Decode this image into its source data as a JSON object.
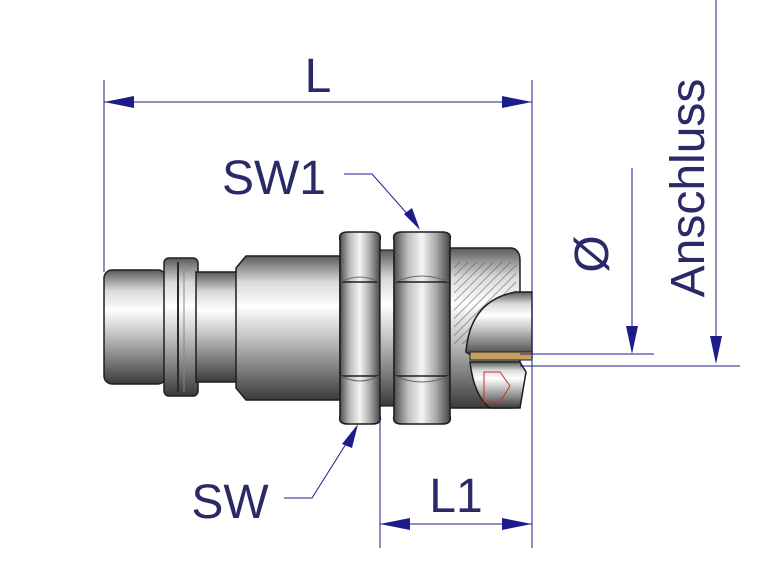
{
  "labels": {
    "length_total": "L",
    "wrench_size_1": "SW1",
    "wrench_size": "SW",
    "length_1": "L1",
    "diameter": "Ø",
    "connection": "Anschluss"
  },
  "colors": {
    "dimension_line": "#1c1c8a",
    "label_text": "#2a2a66",
    "metal_dark": "#3d3d3d",
    "metal_light": "#f2f2f2",
    "outline": "#1e1e1e"
  }
}
